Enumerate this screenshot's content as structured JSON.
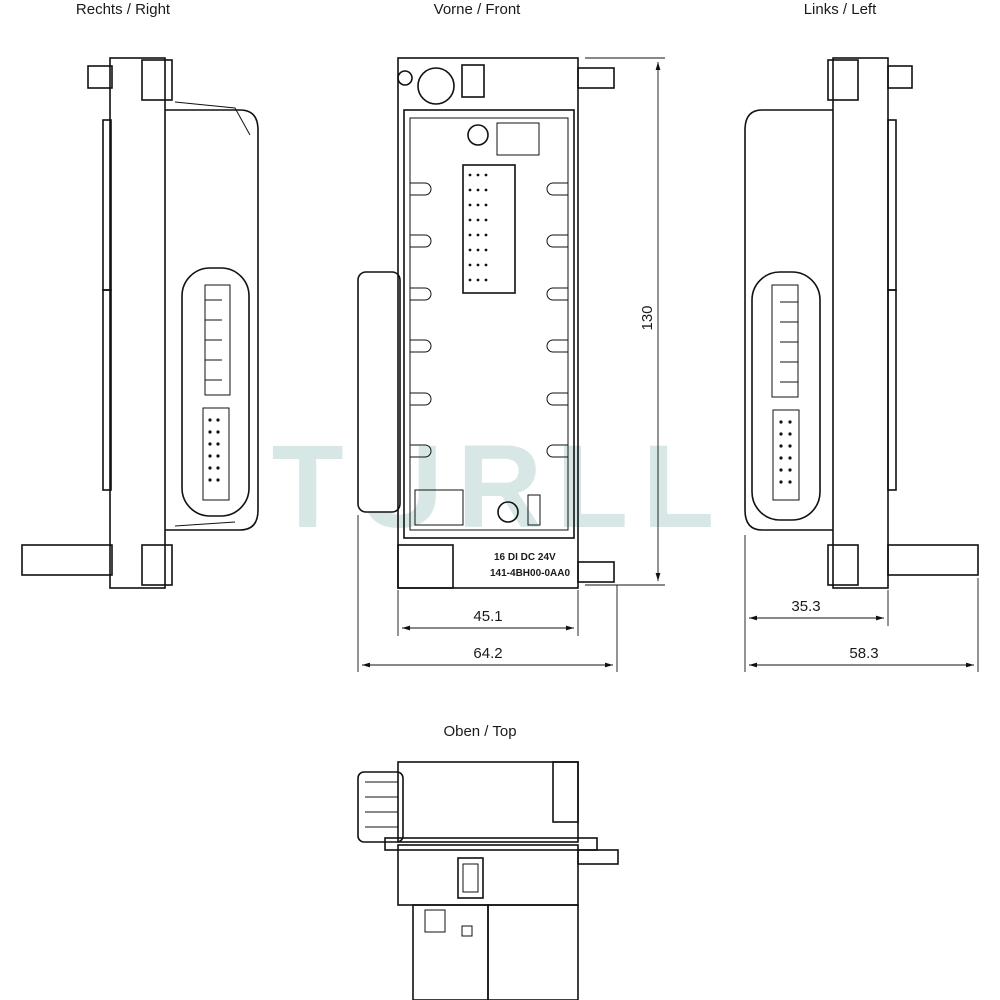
{
  "views": {
    "right": "Rechts / Right",
    "front": "Vorne / Front",
    "left": "Links / Left",
    "top": "Oben / Top"
  },
  "dimensions": {
    "inner_width": "45.1",
    "front_width": "64.2",
    "height": "130",
    "left_depth": "35.3",
    "left_total": "58.3"
  },
  "module_label": {
    "line1": "16 DI DC 24V",
    "line2": "141-4BH00-0AA0"
  },
  "watermark": "TURLL",
  "colors": {
    "line": "#111111",
    "watermark": "#d7e7e6"
  }
}
